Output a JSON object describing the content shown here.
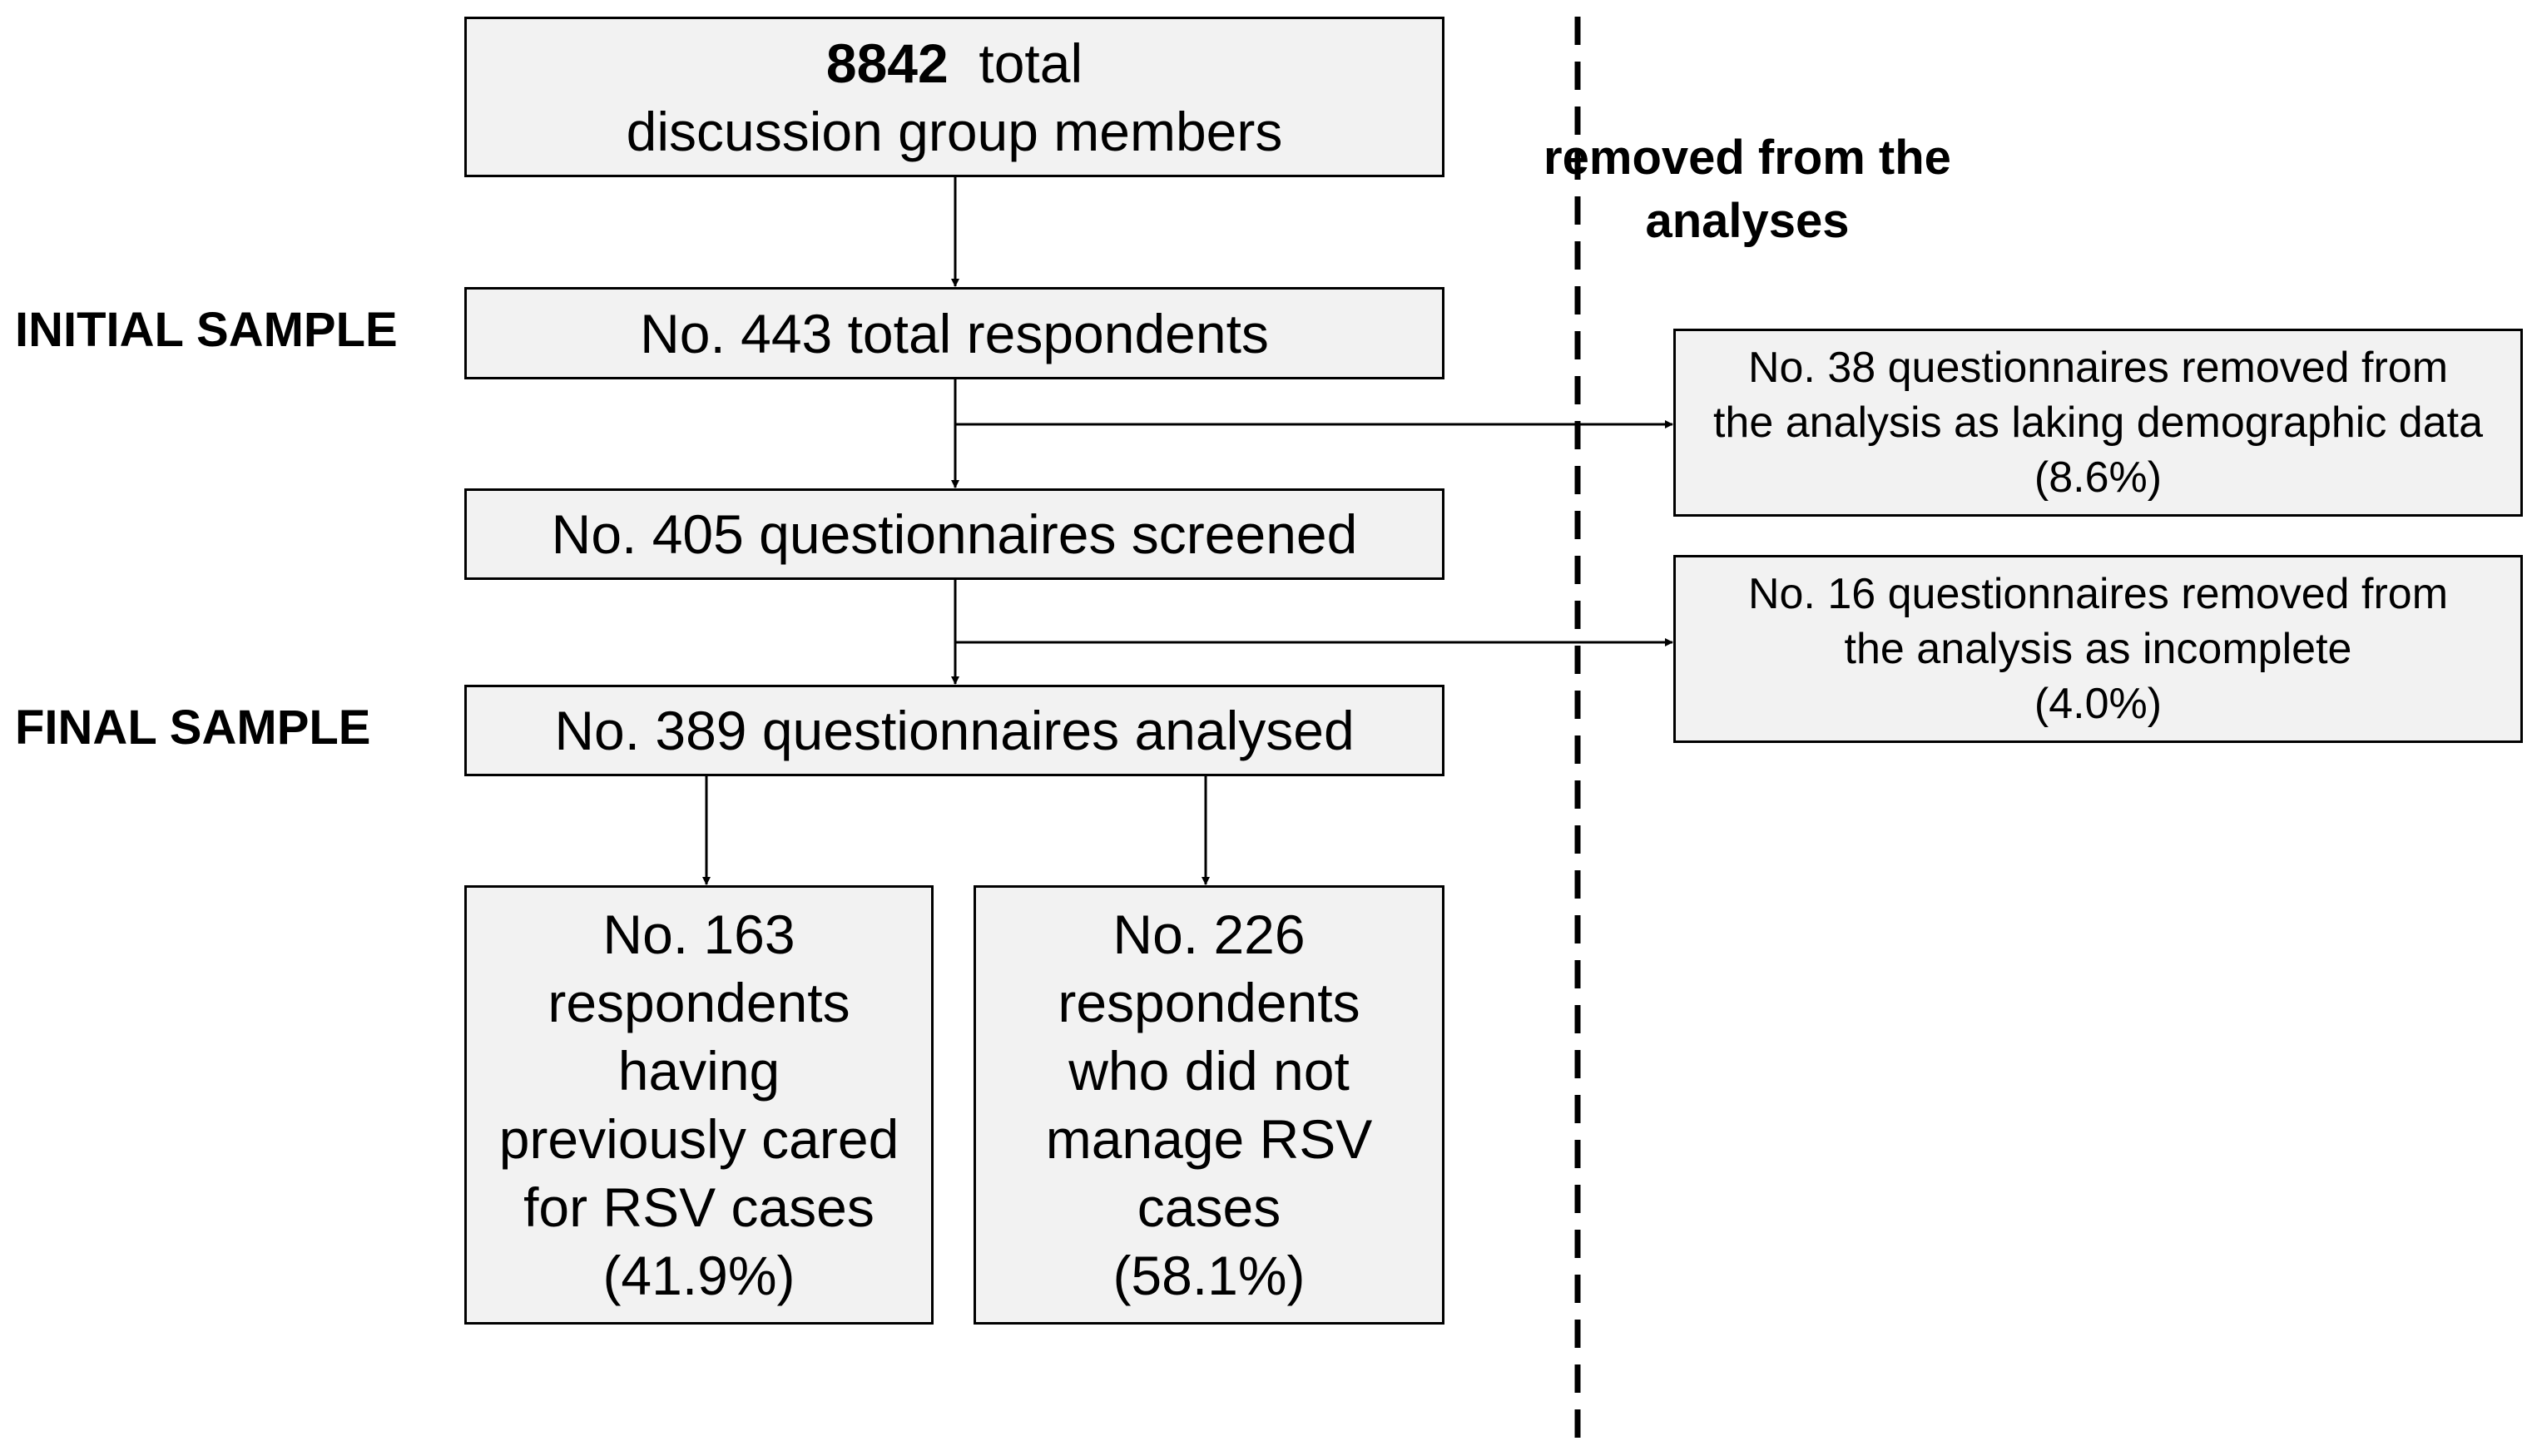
{
  "side_header": {
    "lines": [
      "removed from the",
      "analyses"
    ]
  },
  "stage_labels": {
    "initial": "INITIAL SAMPLE",
    "final": "FINAL SAMPLE"
  },
  "boxes": {
    "total_members": {
      "count": "8842",
      "count_suffix": "total",
      "line2": "discussion group members"
    },
    "respondents": {
      "text": "No. 443 total respondents"
    },
    "screened": {
      "text": "No. 405 questionnaires screened"
    },
    "analysed": {
      "text": "No. 389 questionnaires analysed"
    },
    "cared_rsv": {
      "lines": [
        "No. 163",
        "respondents",
        "having",
        "previously cared",
        "for RSV cases",
        "(41.9%)"
      ]
    },
    "not_managed_rsv": {
      "lines": [
        "No. 226",
        "respondents",
        "who did not",
        "manage RSV",
        "cases",
        "(58.1%)"
      ]
    },
    "removed_demographic": {
      "lines": [
        "No. 38 questionnaires removed from",
        "the analysis as laking demographic data",
        "(8.6%)"
      ]
    },
    "removed_incomplete": {
      "lines": [
        "No. 16 questionnaires removed from",
        "the analysis as incomplete",
        "(4.0%)"
      ]
    }
  },
  "colors": {
    "box_fill": "#f2f2f2",
    "stroke": "#000000",
    "background": "#ffffff"
  }
}
